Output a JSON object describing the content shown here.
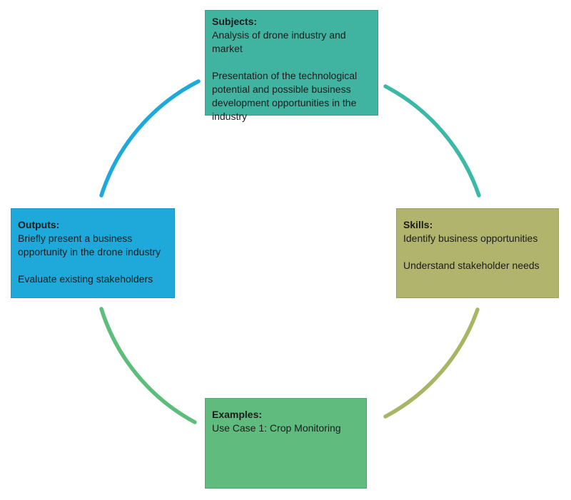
{
  "background_color": "#FFFFFF",
  "text_color": "#1C1C1C",
  "nodes": {
    "subjects": {
      "title": "Subjects:",
      "body": "Analysis of drone industry and\nmarket\n\nPresentation of the technological\npotential and possible business\ndevelopment opportunities in the\nindustry",
      "color": "#41B3A1"
    },
    "skills": {
      "title": "Skills:",
      "body": "Identify business opportunities\n\nUnderstand stakeholder needs",
      "color": "#B1B46C"
    },
    "examples": {
      "title": "Examples:",
      "body": "Use Case 1: Crop Monitoring",
      "color": "#5FBB7E"
    },
    "outputs": {
      "title": "Outputs:",
      "body": "Briefly present a business\nopportunity in the drone industry\n\nEvaluate existing stakeholders",
      "color": "#1FA9DB"
    }
  },
  "arcs": {
    "outputs_to_subjects": {
      "color": "#1FA9DB"
    },
    "subjects_to_skills": {
      "color": "#3CB9A6"
    },
    "skills_to_examples": {
      "color": "#A9B464"
    },
    "examples_to_outputs": {
      "color": "#5DBE7C"
    }
  }
}
